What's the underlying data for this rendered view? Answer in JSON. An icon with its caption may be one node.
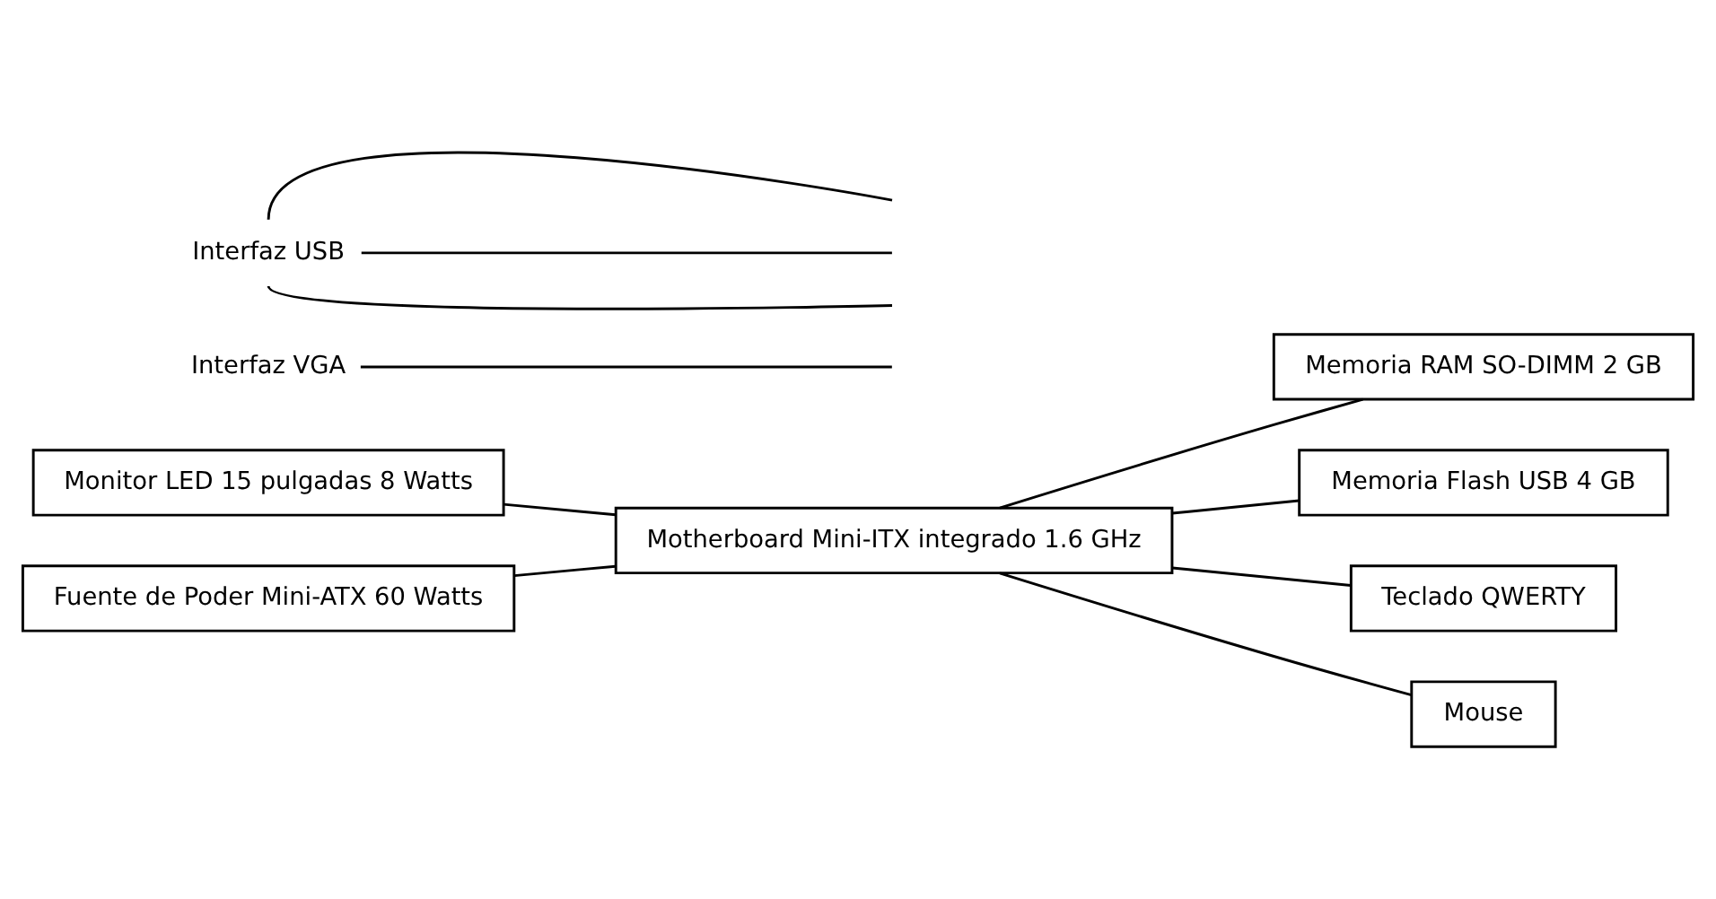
{
  "diagram": {
    "nodes": [
      {
        "text": [
          "Monitor LED 15 pulgadas 8 Watts"
        ]
      },
      {
        "text": [
          "Motherboard Mini-ITX integrado 1.6 GHz"
        ]
      },
      {
        "text": [
          "Memoria RAM SO-DIMM 2 GB"
        ]
      },
      {
        "text": [
          "Fuente de Poder Mini-ATX 60 Watts"
        ]
      },
      {
        "text": [
          "Memoria Flash USB 4 GB"
        ]
      },
      {
        "text": [
          "Teclado QWERTY"
        ]
      },
      {
        "text": [
          "Mouse"
        ]
      },
      {
        "text": [
          "Interfaz VGA"
        ]
      },
      {
        "text": [
          "Interfaz USB"
        ]
      }
    ],
    "edges": [
      {
        "from": 0,
        "to": 1,
        "arrow": "none"
      },
      {
        "from": 1,
        "to": 2,
        "arrow": "none"
      },
      {
        "from": 3,
        "to": 1,
        "arrow": "none"
      },
      {
        "from": 1,
        "to": 4,
        "arrow": "none"
      },
      {
        "from": 1,
        "to": 5,
        "arrow": "none"
      },
      {
        "from": 1,
        "to": 6,
        "arrow": "none"
      },
      {
        "from": 7,
        "to": null,
        "arrow": "none"
      },
      {
        "from": 8,
        "to": null,
        "arrow": "none"
      },
      {
        "from": 8,
        "to": null,
        "arrow": "none"
      },
      {
        "from": 8,
        "to": null,
        "arrow": "none"
      }
    ]
  }
}
